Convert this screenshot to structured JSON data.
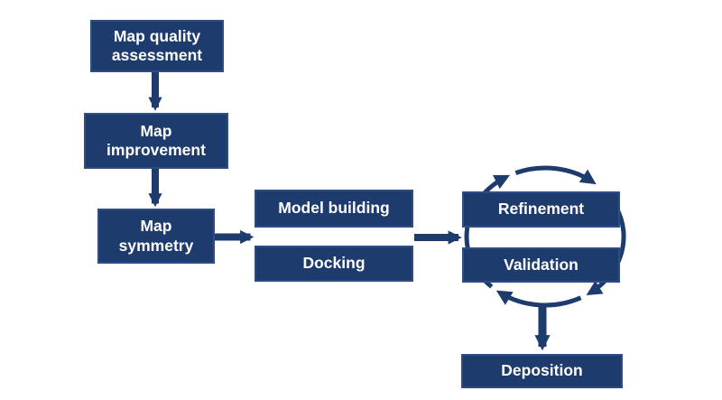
{
  "colors": {
    "navy": "#1e3b6d",
    "navy_border": "#2e4d82",
    "label": "#ffffff",
    "background": "#ffffff"
  },
  "flowchart": {
    "nodes": {
      "map_quality_assessment": {
        "label": "Map quality\nassessment"
      },
      "map_improvement": {
        "label": "Map\nimprovement"
      },
      "map_symmetry": {
        "label": "Map\nsymmetry"
      },
      "model_building": {
        "label": "Model building"
      },
      "docking": {
        "label": "Docking"
      },
      "refinement": {
        "label": "Refinement"
      },
      "validation": {
        "label": "Validation"
      },
      "deposition": {
        "label": "Deposition"
      }
    },
    "edges": [
      {
        "from": "map_quality_assessment",
        "to": "map_improvement",
        "type": "arrow-down"
      },
      {
        "from": "map_improvement",
        "to": "map_symmetry",
        "type": "arrow-down"
      },
      {
        "from": "map_symmetry",
        "to": "model_building + docking",
        "type": "arrow-right"
      },
      {
        "from": "model_building + docking",
        "to": "refinement + validation",
        "type": "arrow-right"
      },
      {
        "from": "refinement",
        "to": "validation",
        "type": "cycle-clockwise"
      },
      {
        "from": "refinement + validation",
        "to": "deposition",
        "type": "arrow-down"
      }
    ]
  }
}
